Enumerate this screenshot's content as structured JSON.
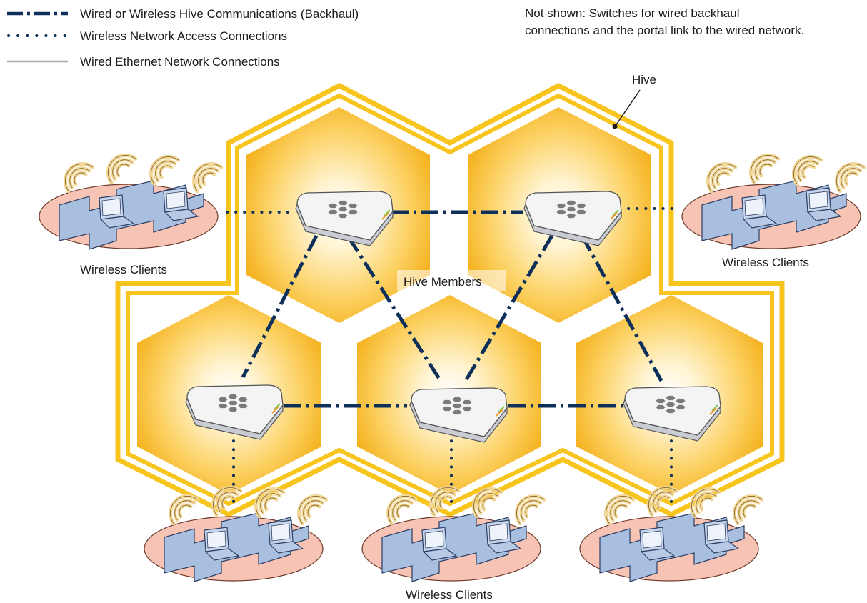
{
  "legend": {
    "items": [
      {
        "label": "Wired or Wireless Hive Communications (Backhaul)",
        "style": "dash-dot",
        "color": "#0d2f5a"
      },
      {
        "label": "Wireless Network Access Connections",
        "style": "dotted",
        "color": "#0d2f5a"
      },
      {
        "label": "Wired Ethernet Network Connections",
        "style": "solid",
        "color": "#aaaaaa"
      }
    ]
  },
  "note": {
    "line1": "Not shown: Switches for wired backhaul",
    "line2": "connections and the portal link to the wired network."
  },
  "labels": {
    "hive": "Hive",
    "hive_members": "Hive Members",
    "wireless_clients_left": "Wireless Clients",
    "wireless_clients_right": "Wireless Clients",
    "wireless_clients_bottom": "Wireless Clients"
  },
  "colors": {
    "hive_outline": "#f7c51d",
    "cell_glow": "#f5b321",
    "backhaul": "#0d2f5a",
    "access_point": "#f4f4f4",
    "client_zone": "#f6c3b4",
    "laptop": "#a9bfe0"
  }
}
